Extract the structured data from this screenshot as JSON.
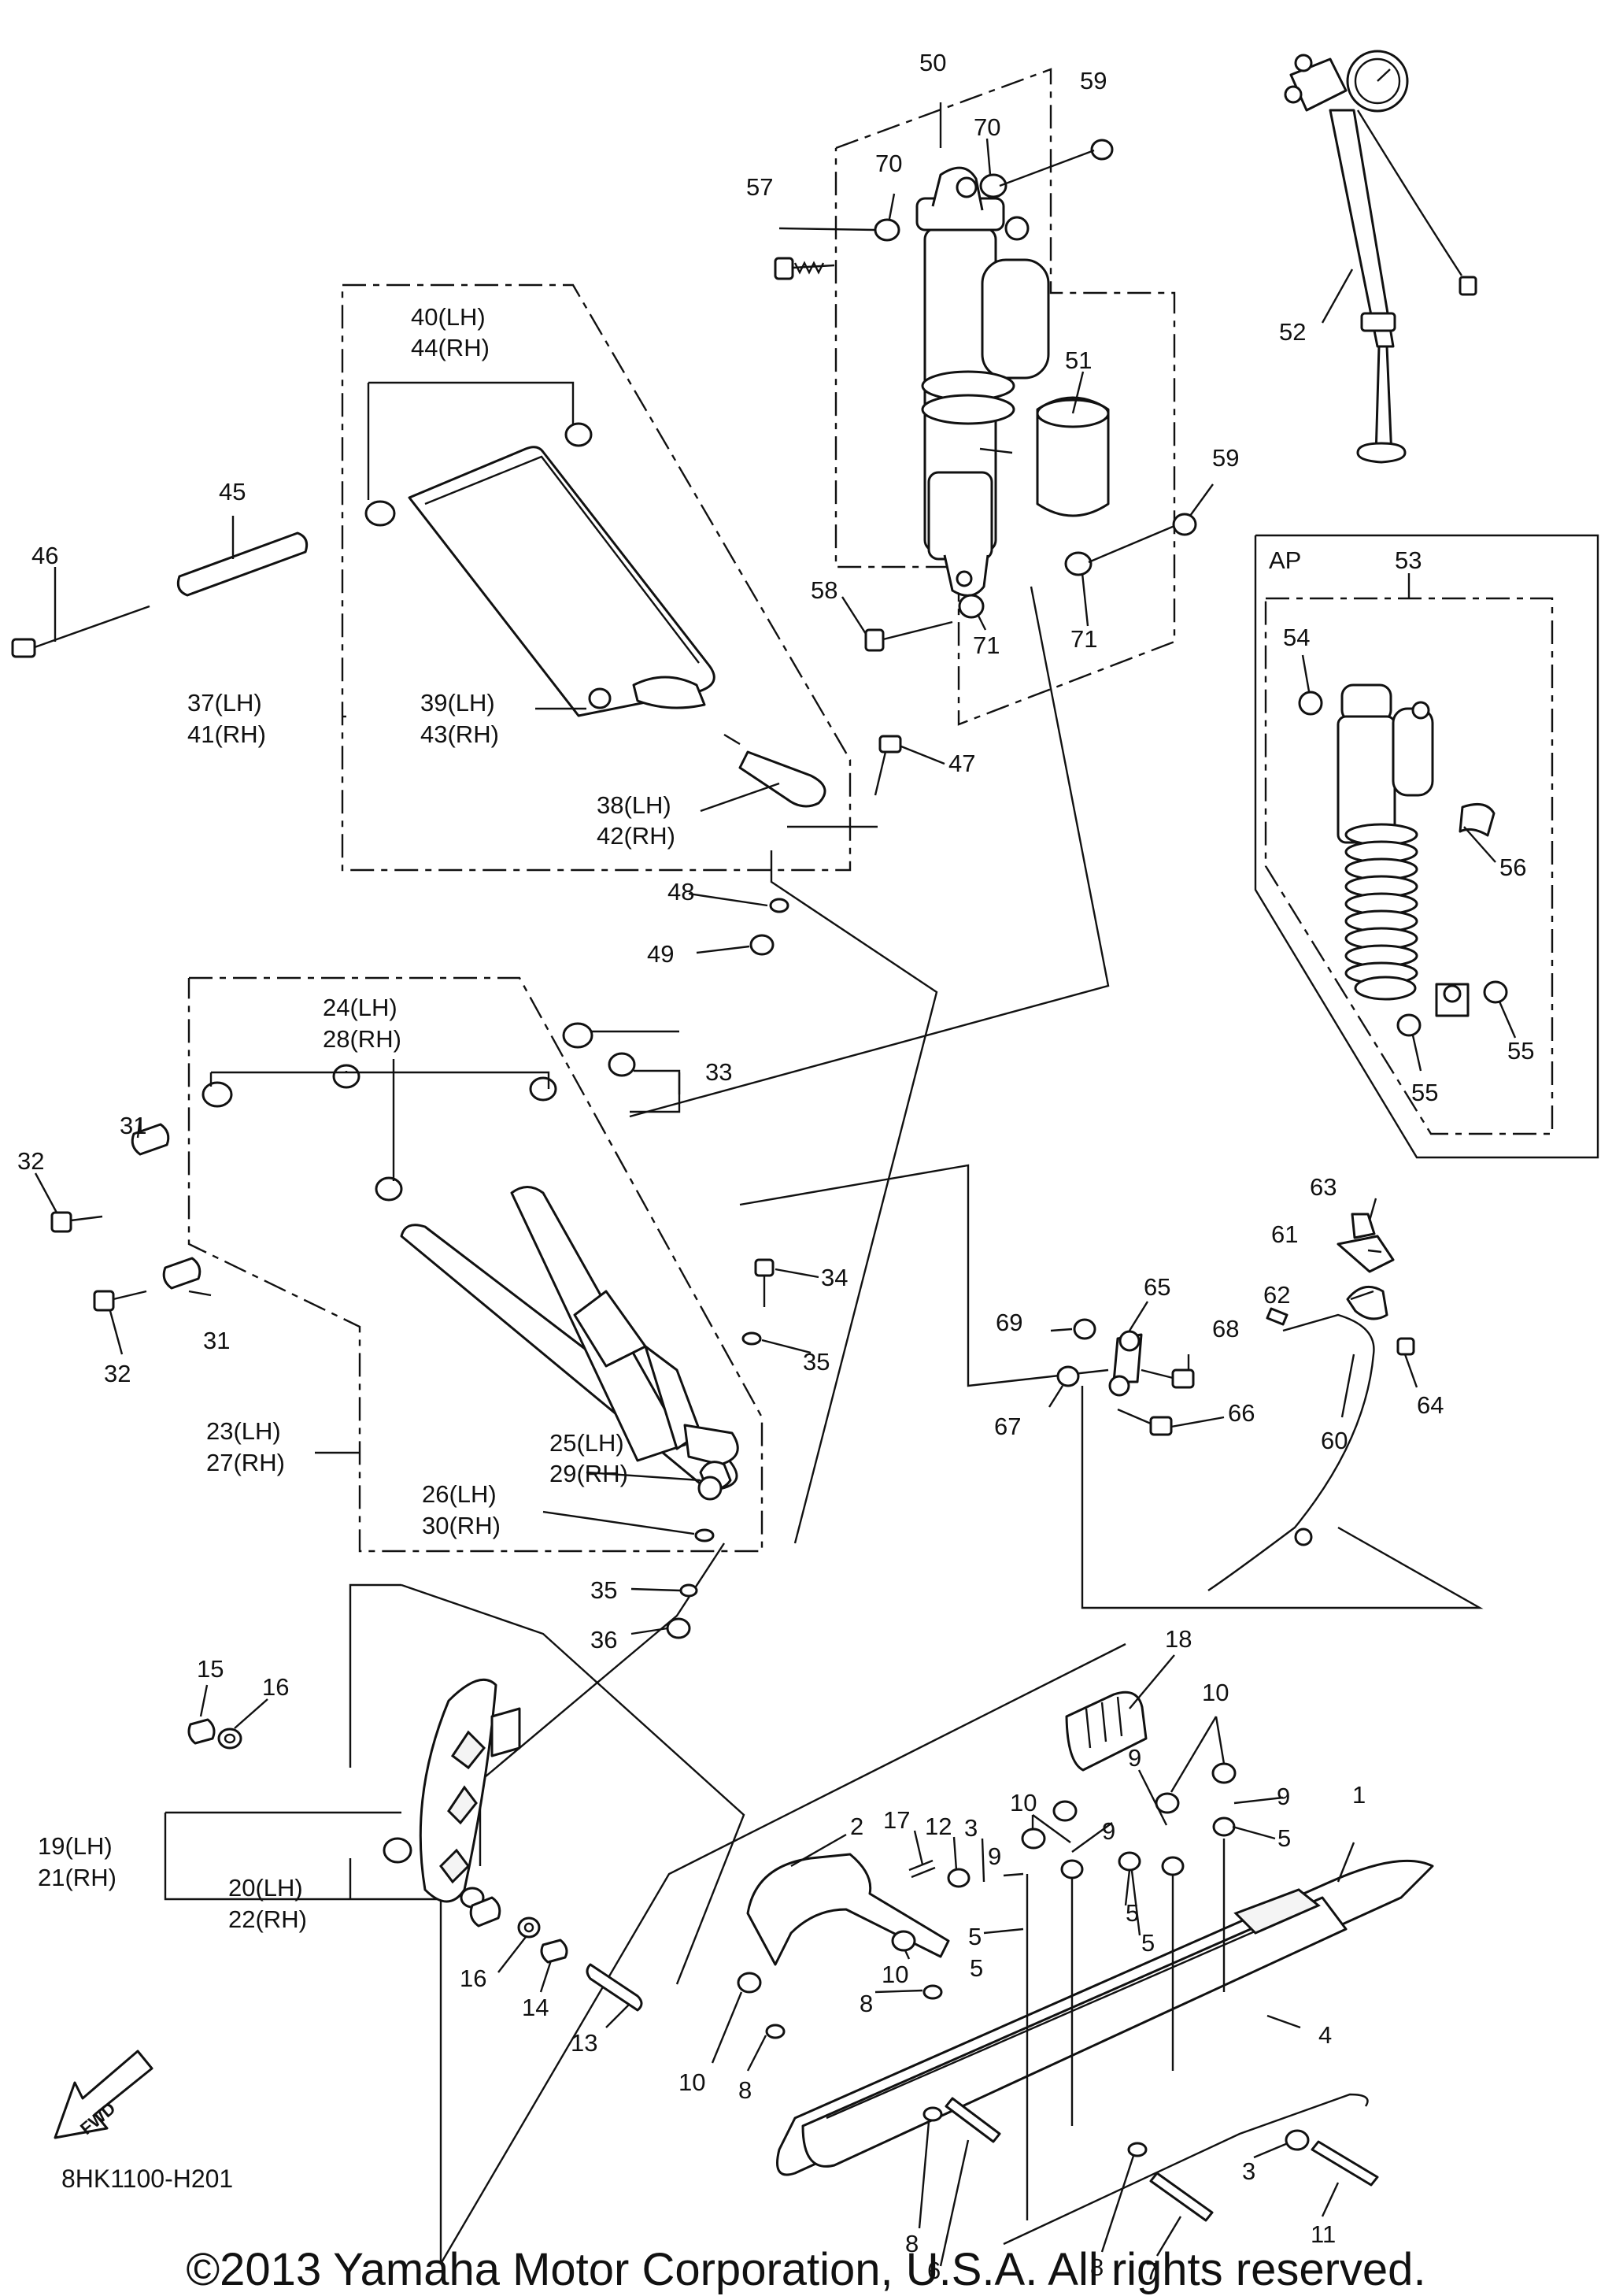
{
  "diagram": {
    "code": "8HK1100-H201",
    "copyright": "©2013 Yamaha Motor Corporation, U.S.A. All rights reserved.",
    "fwd_label": "FWD",
    "ap_label": "AP",
    "callouts": [
      {
        "id": "c50",
        "text": "50"
      },
      {
        "id": "c59a",
        "text": "59"
      },
      {
        "id": "c70a",
        "text": "70"
      },
      {
        "id": "c70b",
        "text": "70"
      },
      {
        "id": "c57",
        "text": "57"
      },
      {
        "id": "c51",
        "text": "51"
      },
      {
        "id": "c59b",
        "text": "59"
      },
      {
        "id": "c58",
        "text": "58"
      },
      {
        "id": "c71a",
        "text": "71"
      },
      {
        "id": "c71b",
        "text": "71"
      },
      {
        "id": "c52",
        "text": "52"
      },
      {
        "id": "c53",
        "text": "53"
      },
      {
        "id": "c54",
        "text": "54"
      },
      {
        "id": "c56",
        "text": "56"
      },
      {
        "id": "c55a",
        "text": "55"
      },
      {
        "id": "c55b",
        "text": "55"
      },
      {
        "id": "c40",
        "text": "40(LH)"
      },
      {
        "id": "c44",
        "text": "44(RH)"
      },
      {
        "id": "c45",
        "text": "45"
      },
      {
        "id": "c46",
        "text": "46"
      },
      {
        "id": "c37",
        "text": "37(LH)"
      },
      {
        "id": "c41",
        "text": "41(RH)"
      },
      {
        "id": "c39",
        "text": "39(LH)"
      },
      {
        "id": "c43",
        "text": "43(RH)"
      },
      {
        "id": "c47",
        "text": "47"
      },
      {
        "id": "c38",
        "text": "38(LH)"
      },
      {
        "id": "c42",
        "text": "42(RH)"
      },
      {
        "id": "c48",
        "text": "48"
      },
      {
        "id": "c49",
        "text": "49"
      },
      {
        "id": "c24",
        "text": "24(LH)"
      },
      {
        "id": "c28",
        "text": "28(RH)"
      },
      {
        "id": "c33",
        "text": "33"
      },
      {
        "id": "c32a",
        "text": "32"
      },
      {
        "id": "c31a",
        "text": "31"
      },
      {
        "id": "c32b",
        "text": "32"
      },
      {
        "id": "c31b",
        "text": "31"
      },
      {
        "id": "c34",
        "text": "34"
      },
      {
        "id": "c35a",
        "text": "35"
      },
      {
        "id": "c23",
        "text": "23(LH)"
      },
      {
        "id": "c27",
        "text": "27(RH)"
      },
      {
        "id": "c25",
        "text": "25(LH)"
      },
      {
        "id": "c29",
        "text": "29(RH)"
      },
      {
        "id": "c26",
        "text": "26(LH)"
      },
      {
        "id": "c30",
        "text": "30(RH)"
      },
      {
        "id": "c35b",
        "text": "35"
      },
      {
        "id": "c36",
        "text": "36"
      },
      {
        "id": "c63",
        "text": "63"
      },
      {
        "id": "c61",
        "text": "61"
      },
      {
        "id": "c62",
        "text": "62"
      },
      {
        "id": "c64",
        "text": "64"
      },
      {
        "id": "c60",
        "text": "60"
      },
      {
        "id": "c65",
        "text": "65"
      },
      {
        "id": "c69",
        "text": "69"
      },
      {
        "id": "c68",
        "text": "68"
      },
      {
        "id": "c67",
        "text": "67"
      },
      {
        "id": "c66",
        "text": "66"
      },
      {
        "id": "c15",
        "text": "15"
      },
      {
        "id": "c16a",
        "text": "16"
      },
      {
        "id": "c19",
        "text": "19(LH)"
      },
      {
        "id": "c21",
        "text": "21(RH)"
      },
      {
        "id": "c20",
        "text": "20(LH)"
      },
      {
        "id": "c22",
        "text": "22(RH)"
      },
      {
        "id": "c16b",
        "text": "16"
      },
      {
        "id": "c14",
        "text": "14"
      },
      {
        "id": "c13",
        "text": "13"
      },
      {
        "id": "c18",
        "text": "18"
      },
      {
        "id": "c10a",
        "text": "10"
      },
      {
        "id": "c9a",
        "text": "9"
      },
      {
        "id": "c9b",
        "text": "9"
      },
      {
        "id": "c1",
        "text": "1"
      },
      {
        "id": "c5a",
        "text": "5"
      },
      {
        "id": "c17",
        "text": "17"
      },
      {
        "id": "c12",
        "text": "12"
      },
      {
        "id": "c3a",
        "text": "3"
      },
      {
        "id": "c10b",
        "text": "10"
      },
      {
        "id": "c9c",
        "text": "9"
      },
      {
        "id": "c9d",
        "text": "9"
      },
      {
        "id": "c5b",
        "text": "5"
      },
      {
        "id": "c5c",
        "text": "5"
      },
      {
        "id": "c2",
        "text": "2"
      },
      {
        "id": "c5d",
        "text": "5"
      },
      {
        "id": "c5e",
        "text": "5"
      },
      {
        "id": "c10c",
        "text": "10"
      },
      {
        "id": "c8a",
        "text": "8"
      },
      {
        "id": "c4",
        "text": "4"
      },
      {
        "id": "c10d",
        "text": "10"
      },
      {
        "id": "c8b",
        "text": "8"
      },
      {
        "id": "c3b",
        "text": "3"
      },
      {
        "id": "c11",
        "text": "11"
      },
      {
        "id": "c8c",
        "text": "8"
      },
      {
        "id": "c6",
        "text": "6"
      },
      {
        "id": "c8d",
        "text": "8"
      },
      {
        "id": "c7",
        "text": "7"
      }
    ]
  }
}
